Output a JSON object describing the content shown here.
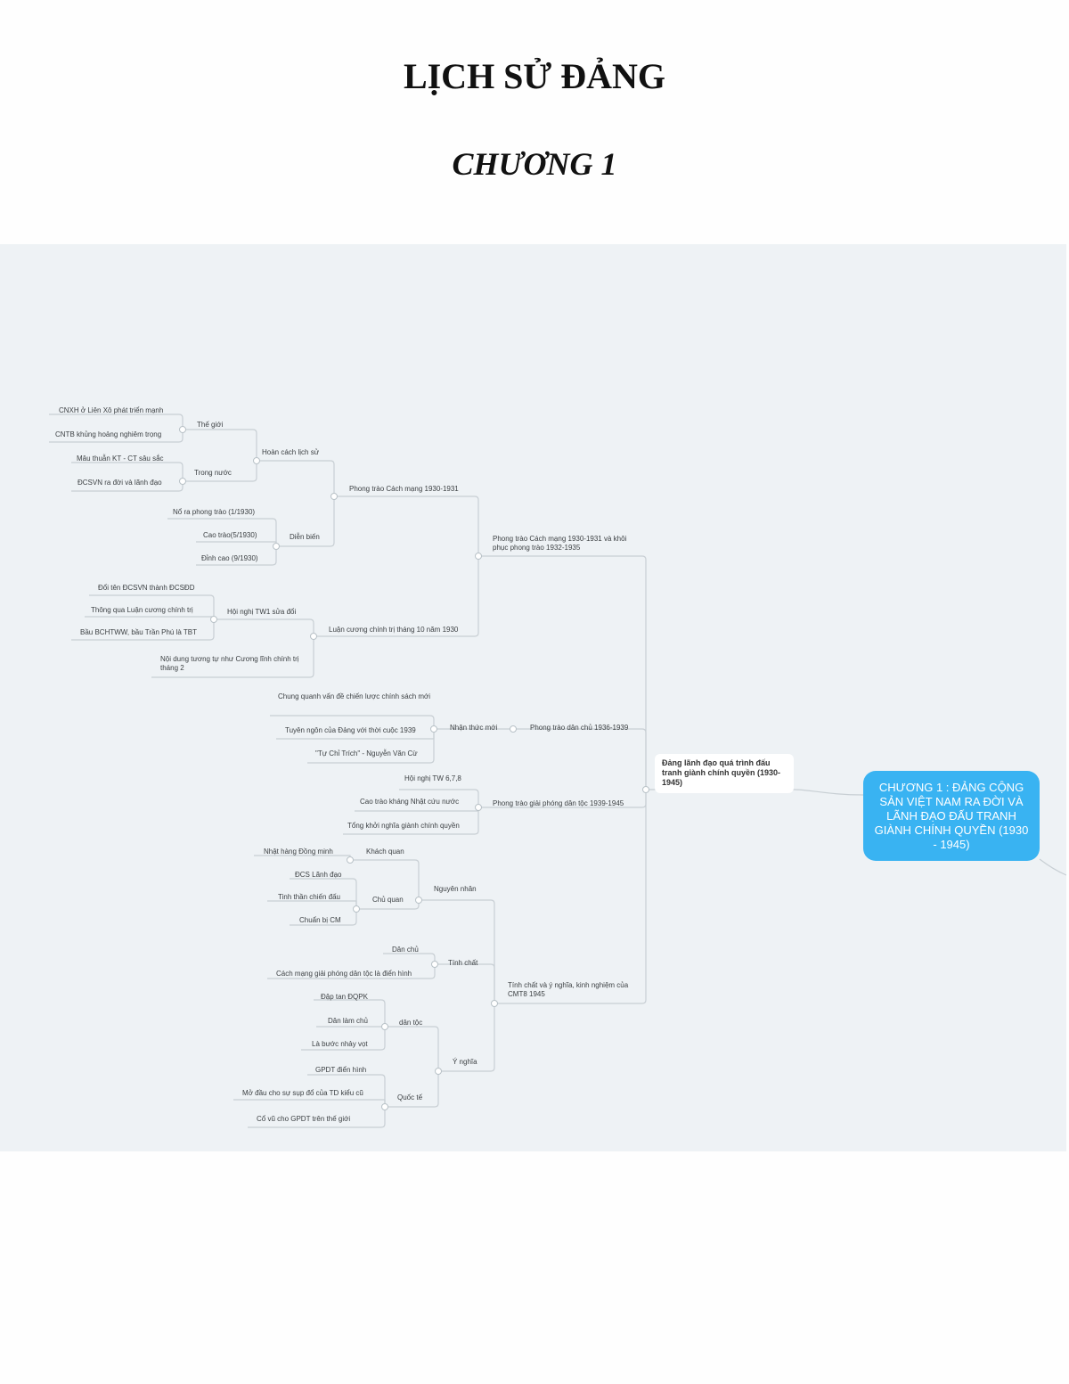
{
  "document": {
    "title": "LỊCH SỬ ĐẢNG",
    "subtitle": "CHƯƠNG 1"
  },
  "mindmap": {
    "central": "CHƯƠNG 1 : ĐẢNG CỘNG SẢN VIỆT NAM RA ĐỜI VÀ LÃNH ĐẠO ĐẤU TRANH GIÀNH CHÍNH QUYỀN (1930 - 1945)",
    "main": "Đảng lãnh đạo quá trình đấu tranh giành chính quyền (1930-1945)",
    "b1": {
      "label": "Phong trào Cách mạng 1930-1931 và khôi phục phong trào 1932-1935",
      "pt": {
        "label": "Phong trào Cách mạng 1930-1931",
        "hoancanh": "Hoàn cách lịch sử",
        "thegioi": "Thế giới",
        "thegioi_1": "CNXH ở Liên Xô phát triển mạnh",
        "thegioi_2": "CNTB khủng hoảng nghiêm trọng",
        "trongnuoc": "Trong nước",
        "trongnuoc_1": "Mâu thuẫn KT - CT sâu sắc",
        "trongnuoc_2": "ĐCSVN ra đời và lãnh đạo",
        "dienbien": "Diễn biến",
        "dienbien_1": "Nổ ra phong trào (1/1930)",
        "dienbien_2": "Cao trào(5/1930)",
        "dienbien_3": "Đỉnh cao (9/1930)"
      },
      "lc": {
        "label": "Luận cương chính trị tháng 10 năm 1930",
        "hoinghi": "Hội nghị TW1 sửa đổi",
        "hn_1": "Đổi tên ĐCSVN thành ĐCSĐD",
        "hn_2": "Thông qua Luận cương chính trị",
        "hn_3": "Bầu BCHTWW, bầu Trần Phú là TBT",
        "noidung": "Nội dung tương tự như Cương lĩnh chính trị tháng 2"
      }
    },
    "b2": {
      "label": "Phong trào dân chủ 1936-1939",
      "nhanthuc": "Nhận thức mới",
      "nt_1": "Chung quanh vấn đề chiến lược chính sách mới",
      "nt_2": "Tuyên ngôn của Đảng với thời cuộc 1939",
      "nt_3": "\"Tự Chỉ Trích\" - Nguyễn Văn Cừ"
    },
    "b3": {
      "label": "Phong trào giải phóng dân tộc 1939-1945",
      "c1": "Hội nghị TW 6,7,8",
      "c2": "Cao trào kháng Nhật cứu nước",
      "c3": "Tổng khởi nghĩa giành chính quyền"
    },
    "b4": {
      "label": "Tính chất và ý nghĩa, kinh nghiệm của CMT8 1945",
      "nguyennhan": "Nguyên nhân",
      "khachquan": "Khách quan",
      "kq_1": "Nhật hàng Đồng minh",
      "chuquan": "Chủ quan",
      "cq_1": "ĐCS Lãnh đạo",
      "cq_2": "Tinh thần chiến đấu",
      "cq_3": "Chuẩn bị CM",
      "tinhchat": "Tính chất",
      "tc_1": "Dân chủ",
      "tc_2": "Cách mạng giải phóng dân tộc là điển hình",
      "ynghia": "Ý nghĩa",
      "dantoc": "dân tộc",
      "dt_1": "Đập tan ĐQPK",
      "dt_2": "Dân làm chủ",
      "dt_3": "Là bước nhảy vọt",
      "quocte": "Quốc tế",
      "qt_1": "GPDT điển hình",
      "qt_2": "Mở đầu cho sự sụp đổ của TD kiểu cũ",
      "qt_3": "Cổ vũ cho GPDT trên thế giới"
    }
  }
}
